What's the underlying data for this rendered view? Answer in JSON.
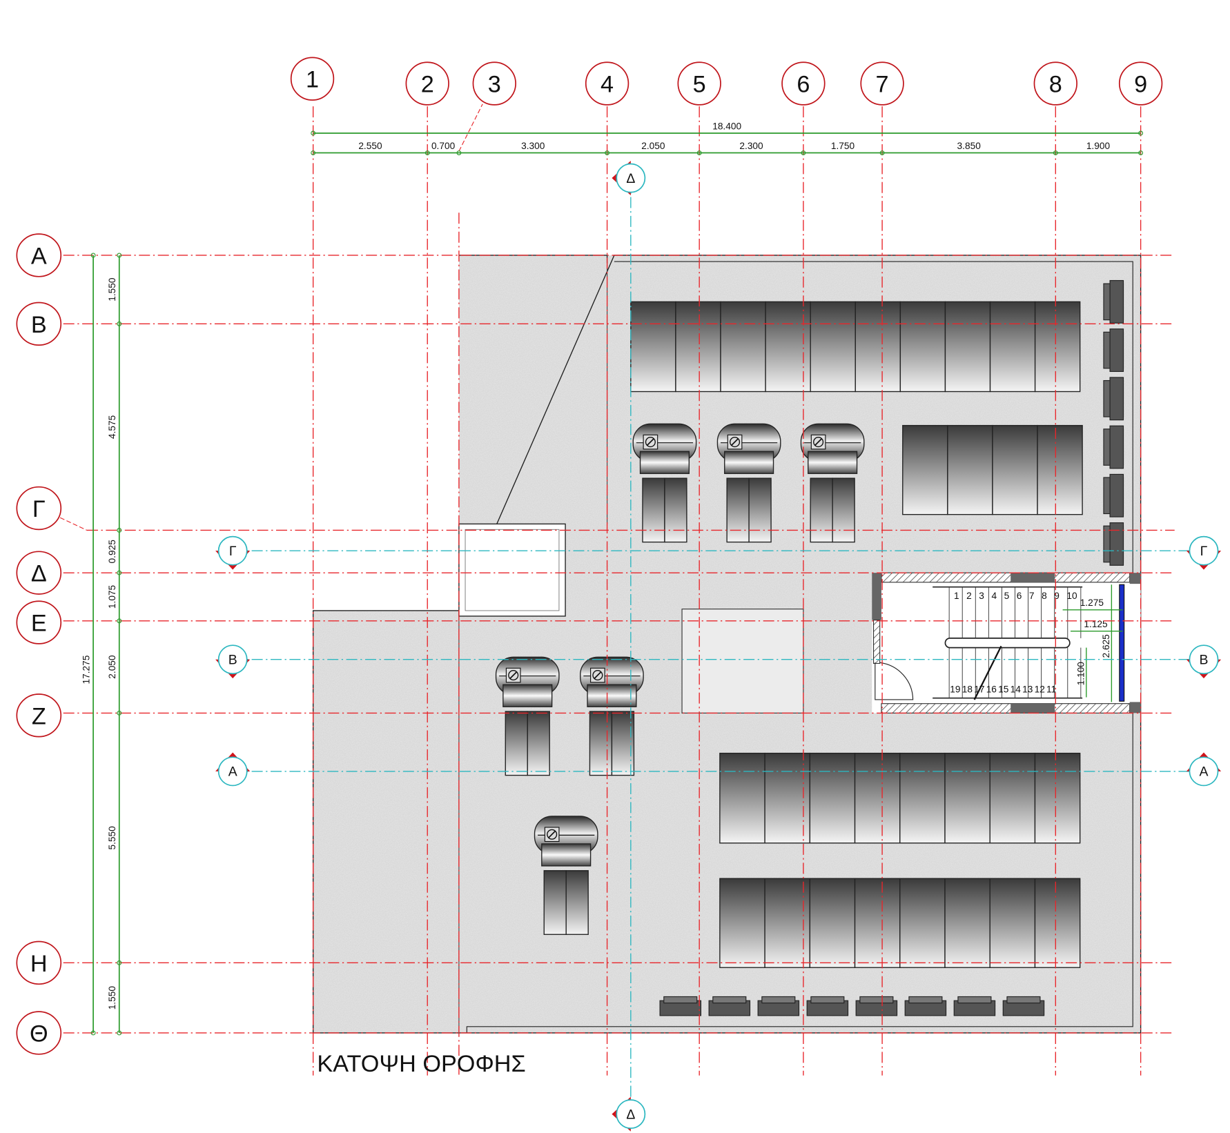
{
  "title": "ΚΑΤΟΨΗ ΟΡΟΦΗΣ",
  "colors": {
    "grid": "#e8262b",
    "dimension": "#2a9a2a",
    "section": "#2cb7c0",
    "floor": "#e6e6e6",
    "bubble": "#c0151b"
  },
  "grid_columns": [
    "1",
    "2",
    "3",
    "4",
    "5",
    "6",
    "7",
    "8",
    "9"
  ],
  "grid_rows": [
    "Α",
    "Β",
    "Γ",
    "Δ",
    "Ε",
    "Ζ",
    "Η",
    "Θ"
  ],
  "dimensions": {
    "horizontal_total": "18.400",
    "horizontal_segments": [
      "2.550",
      "0.700",
      "3.300",
      "2.050",
      "2.300",
      "1.750",
      "3.850",
      "1.900"
    ],
    "vertical_total": "17.275",
    "vertical_segments": [
      "1.550",
      "4.575",
      "0.925",
      "1.075",
      "2.050",
      "5.550",
      "1.550"
    ]
  },
  "sections": {
    "A": "Α",
    "B": "Β",
    "G": "Γ",
    "D": "Δ"
  },
  "stair": {
    "steps_up": [
      "1",
      "2",
      "3",
      "4",
      "5",
      "6",
      "7",
      "8",
      "9",
      "10"
    ],
    "steps_down": [
      "19",
      "18",
      "17",
      "16",
      "15",
      "14",
      "13",
      "12",
      "11"
    ],
    "dims": [
      "1.275",
      "1.125",
      "2.625",
      "1.100"
    ]
  }
}
